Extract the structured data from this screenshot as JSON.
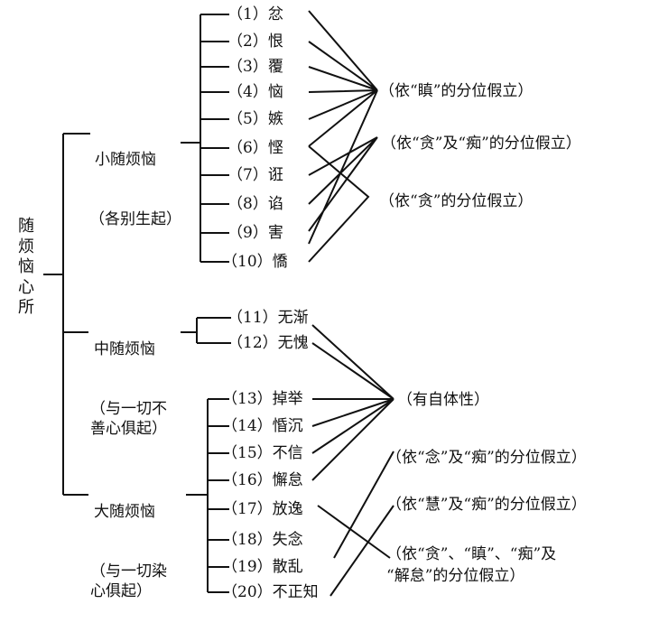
{
  "root": "随烦恼心所",
  "groups": [
    {
      "name": "小随烦恼",
      "sub": "（各别生起）"
    },
    {
      "name": "中随烦恼",
      "sub": "（与一切不\n善心俱起）"
    },
    {
      "name": "大随烦恼",
      "sub": "（与一切染\n心俱起）"
    }
  ],
  "items": [
    "（1）忿",
    "（2）恨",
    "（3）覆",
    "（4）恼",
    "（5）嫉",
    "（6）悭",
    "（7）诳",
    "（8）谄",
    "（9）害",
    "（10）憍",
    "（11）无渐",
    "（12）无愧",
    "（13）掉举",
    "（14）惛沉",
    "（15）不信",
    "（16）懈怠",
    "（17）放逸",
    "（18）失念",
    "（19）散乱",
    "（20）不正知"
  ],
  "annotations": [
    "（依“瞋”的分位假立）",
    "（依“贪”及“痴”的分位假立）",
    "（依“贪”的分位假立）",
    "（有自体性）",
    "（依“念”及“痴”的分位假立）",
    "（依“慧”及“痴”的分位假立）",
    "（依“贪”、“瞋”、“痴”及\n“解怠”的分位假立）"
  ]
}
